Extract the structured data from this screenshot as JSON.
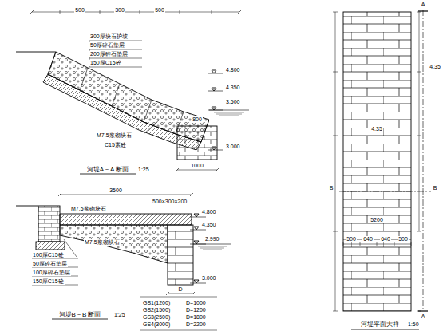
{
  "diagram": {
    "labels": [
      "500",
      "300",
      "500",
      "300厚块石护坡",
      "50厚碎石垫层",
      "200厚碎石垫层",
      "150厚C15砼",
      "4.800",
      "4.350",
      "3.500",
      "3.000",
      "M7.5浆砌块石",
      "C15素砼",
      "800",
      "1000",
      "河堤A－A 断面",
      "1:25",
      "3500",
      "M7.5浆砌块石",
      "500×300×200",
      "4.800",
      "4.350",
      "2.990",
      "3.000",
      "M7.5浆砌块石",
      "100厚C15砼",
      "50厚碎石垫层",
      "100厚碎石垫层",
      "150厚C15砼",
      "D",
      "河堤B－B 断面",
      "1:25",
      "GS1(1200)",
      "D=1000",
      "GS2(1500)",
      "D=1200",
      "GS3(2500)",
      "D=1800",
      "GS4(3000)",
      "D=2200",
      "A",
      "A",
      "B",
      "B",
      "4.35",
      "4.35",
      "5200",
      "500",
      "640",
      "640",
      "500",
      "河堤平面大样",
      "1:50"
    ]
  }
}
